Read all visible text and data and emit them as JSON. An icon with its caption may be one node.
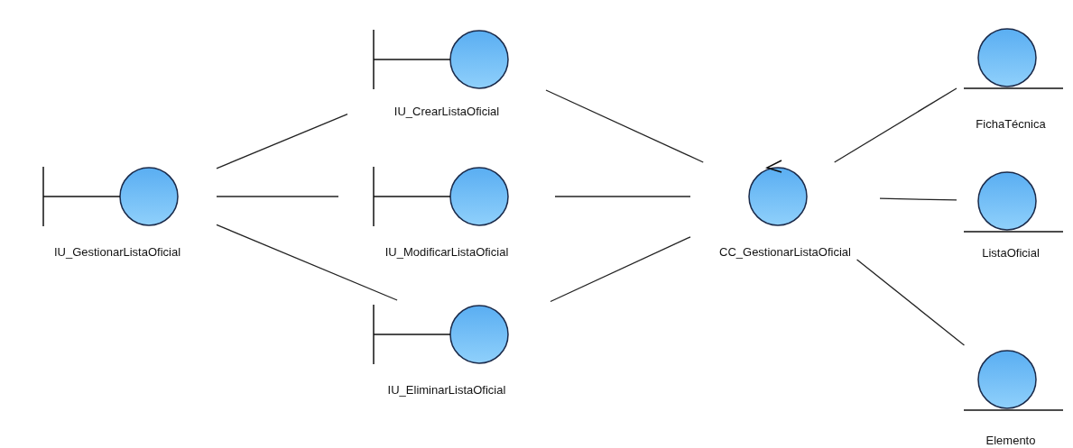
{
  "diagram": {
    "nodes": [
      {
        "text": [
          "IU_GestionarListaOficial"
        ]
      },
      {
        "text": [
          "IU_CrearListaOficial"
        ]
      },
      {
        "text": [
          "IU_ModificarListaOficial"
        ]
      },
      {
        "text": [
          "IU_EliminarListaOficial"
        ]
      },
      {
        "text": [
          "CC_GestionarListaOficial"
        ]
      },
      {
        "text": [
          "FichaTécnica"
        ]
      },
      {
        "text": [
          "ListaOficial"
        ]
      },
      {
        "text": [
          "Elemento"
        ]
      }
    ],
    "edges": [
      {
        "from": 0,
        "to": 1,
        "arrow": "none"
      },
      {
        "from": 0,
        "to": 2,
        "arrow": "none"
      },
      {
        "from": 0,
        "to": 3,
        "arrow": "none"
      },
      {
        "from": 1,
        "to": 4,
        "arrow": "none"
      },
      {
        "from": 2,
        "to": 4,
        "arrow": "none"
      },
      {
        "from": 3,
        "to": 4,
        "arrow": "none"
      },
      {
        "from": 4,
        "to": 5,
        "arrow": "none"
      },
      {
        "from": 4,
        "to": 6,
        "arrow": "none"
      },
      {
        "from": 4,
        "to": 7,
        "arrow": "none"
      }
    ]
  }
}
